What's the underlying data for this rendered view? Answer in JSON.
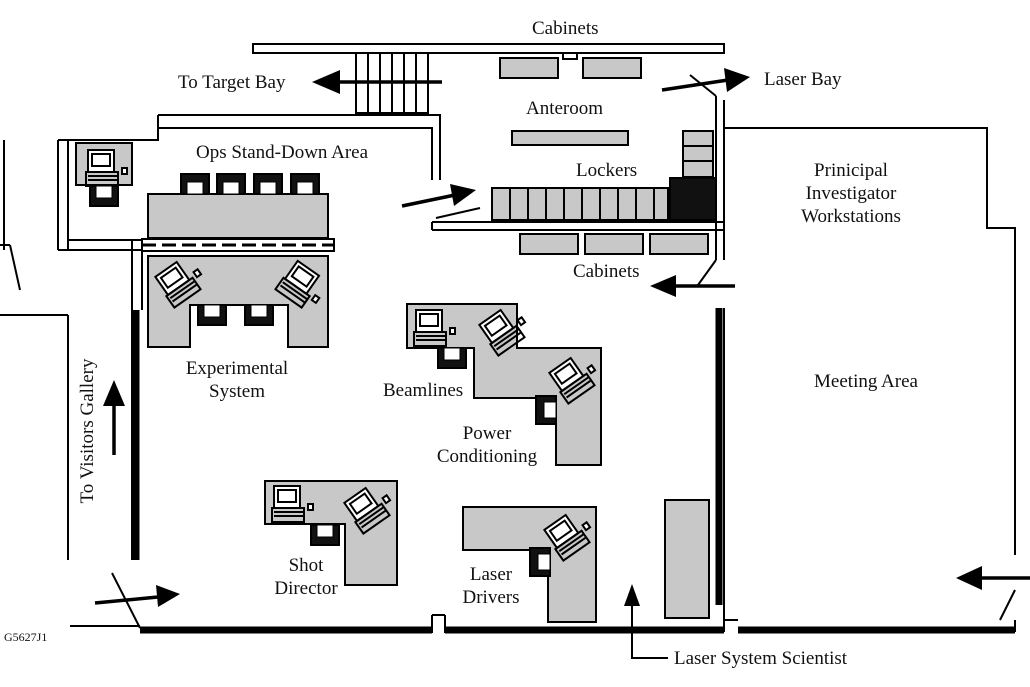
{
  "labels": {
    "cabinets_top": "Cabinets",
    "to_target_bay": "To Target Bay",
    "laser_bay": "Laser Bay",
    "anteroom": "Anteroom",
    "ops_stand_down": "Ops Stand-Down Area",
    "lockers": "Lockers",
    "pi_line1": "Prinicipal",
    "pi_line2": "Investigator",
    "pi_line3": "Workstations",
    "cabinets_bottom": "Cabinets",
    "experimental_line1": "Experimental",
    "experimental_line2": "System",
    "beamlines": "Beamlines",
    "power_line1": "Power",
    "power_line2": "Conditioning",
    "meeting_area": "Meeting Area",
    "to_visitors_gallery": "To Visitors Gallery",
    "shot_line1": "Shot",
    "shot_line2": "Director",
    "laser_drivers_line1": "Laser",
    "laser_drivers_line2": "Drivers",
    "laser_system_scientist": "Laser System Scientist",
    "figure_id": "G5627J1"
  },
  "colors": {
    "desk_fill": "#c8c8c8",
    "wall": "#000000",
    "background": "#ffffff"
  }
}
